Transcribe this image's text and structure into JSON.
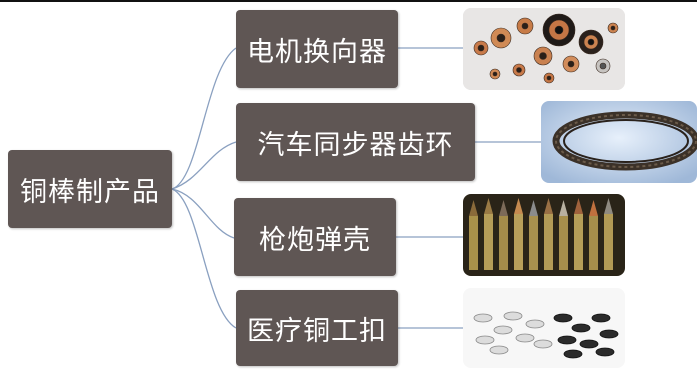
{
  "root": {
    "label": "铜棒制产品"
  },
  "branches": [
    {
      "label": "电机换向器",
      "image": "copper-commutators-photo"
    },
    {
      "label": "汽车同步器齿环",
      "image": "synchronizer-ring-photo"
    },
    {
      "label": "枪炮弹壳",
      "image": "bullet-cartridges-photo"
    },
    {
      "label": "医疗铜工扣",
      "image": "medical-copper-buttons-photo"
    }
  ],
  "colors": {
    "box": "#5f5654",
    "connector": "#8aa0c0",
    "text": "#ffffff"
  }
}
